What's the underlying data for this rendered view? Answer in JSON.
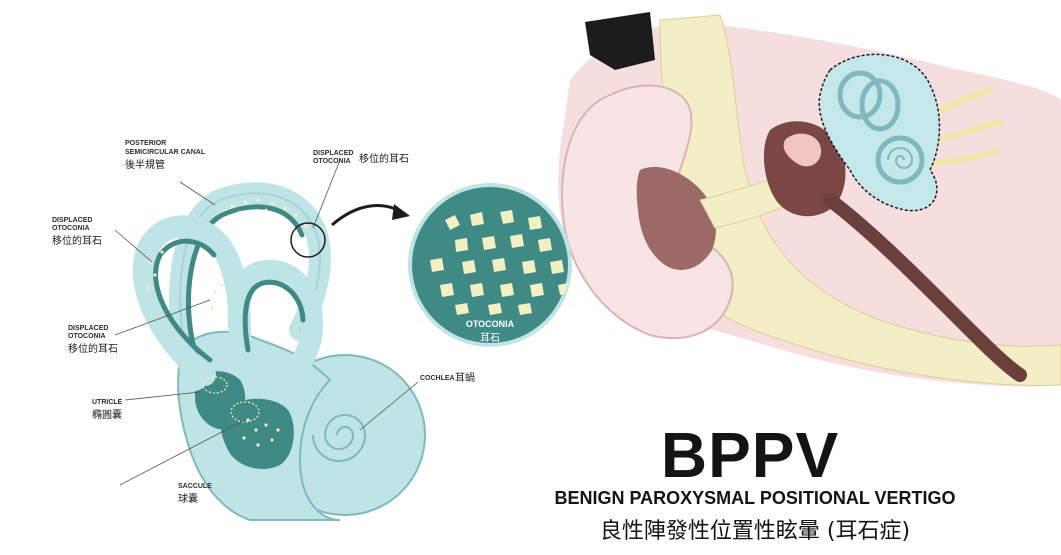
{
  "labels": {
    "posterior_canal": {
      "en_line1": "POSTERIOR",
      "en_line2": "SEMICIRCULAR CANAL",
      "zh": "後半規管"
    },
    "displaced_top": {
      "en_line1": "DISPLACED",
      "en_line2": "OTOCONIA",
      "zh": "移位的耳石"
    },
    "displaced_left": {
      "en_line1": "DISPLACED",
      "en_line2": "OTOCONIA",
      "zh": "移位的耳石"
    },
    "displaced_lower": {
      "en_line1": "DISPLACED",
      "en_line2": "OTOCONIA",
      "zh": "移位的耳石"
    },
    "utricle": {
      "en": "UTRICLE",
      "zh": "橢圓囊"
    },
    "saccule": {
      "en": "SACCULE",
      "zh": "球囊"
    },
    "cochlea": {
      "en": "COCHLEA",
      "zh": "耳蝸"
    },
    "otoconia_zoom": {
      "en": "OTOCONIA",
      "zh": "耳石"
    }
  },
  "title": "BPPV",
  "subtitle": "BENIGN PAROXYSMAL POSITIONAL VERTIGO",
  "subtitle_zh": "良性陣發性位置性眩暈 (耳石症)",
  "colors": {
    "labyrinth_fill": "#bfe4e6",
    "labyrinth_stroke": "#7fb9bd",
    "otoconia_teal": "#3f8a84",
    "crystal": "#f3f0c4",
    "skin": "#f6dede",
    "skin_dark": "#8d5a57",
    "bone": "#f3eec6",
    "hair": "#1c1c1c",
    "title": "#141414"
  }
}
